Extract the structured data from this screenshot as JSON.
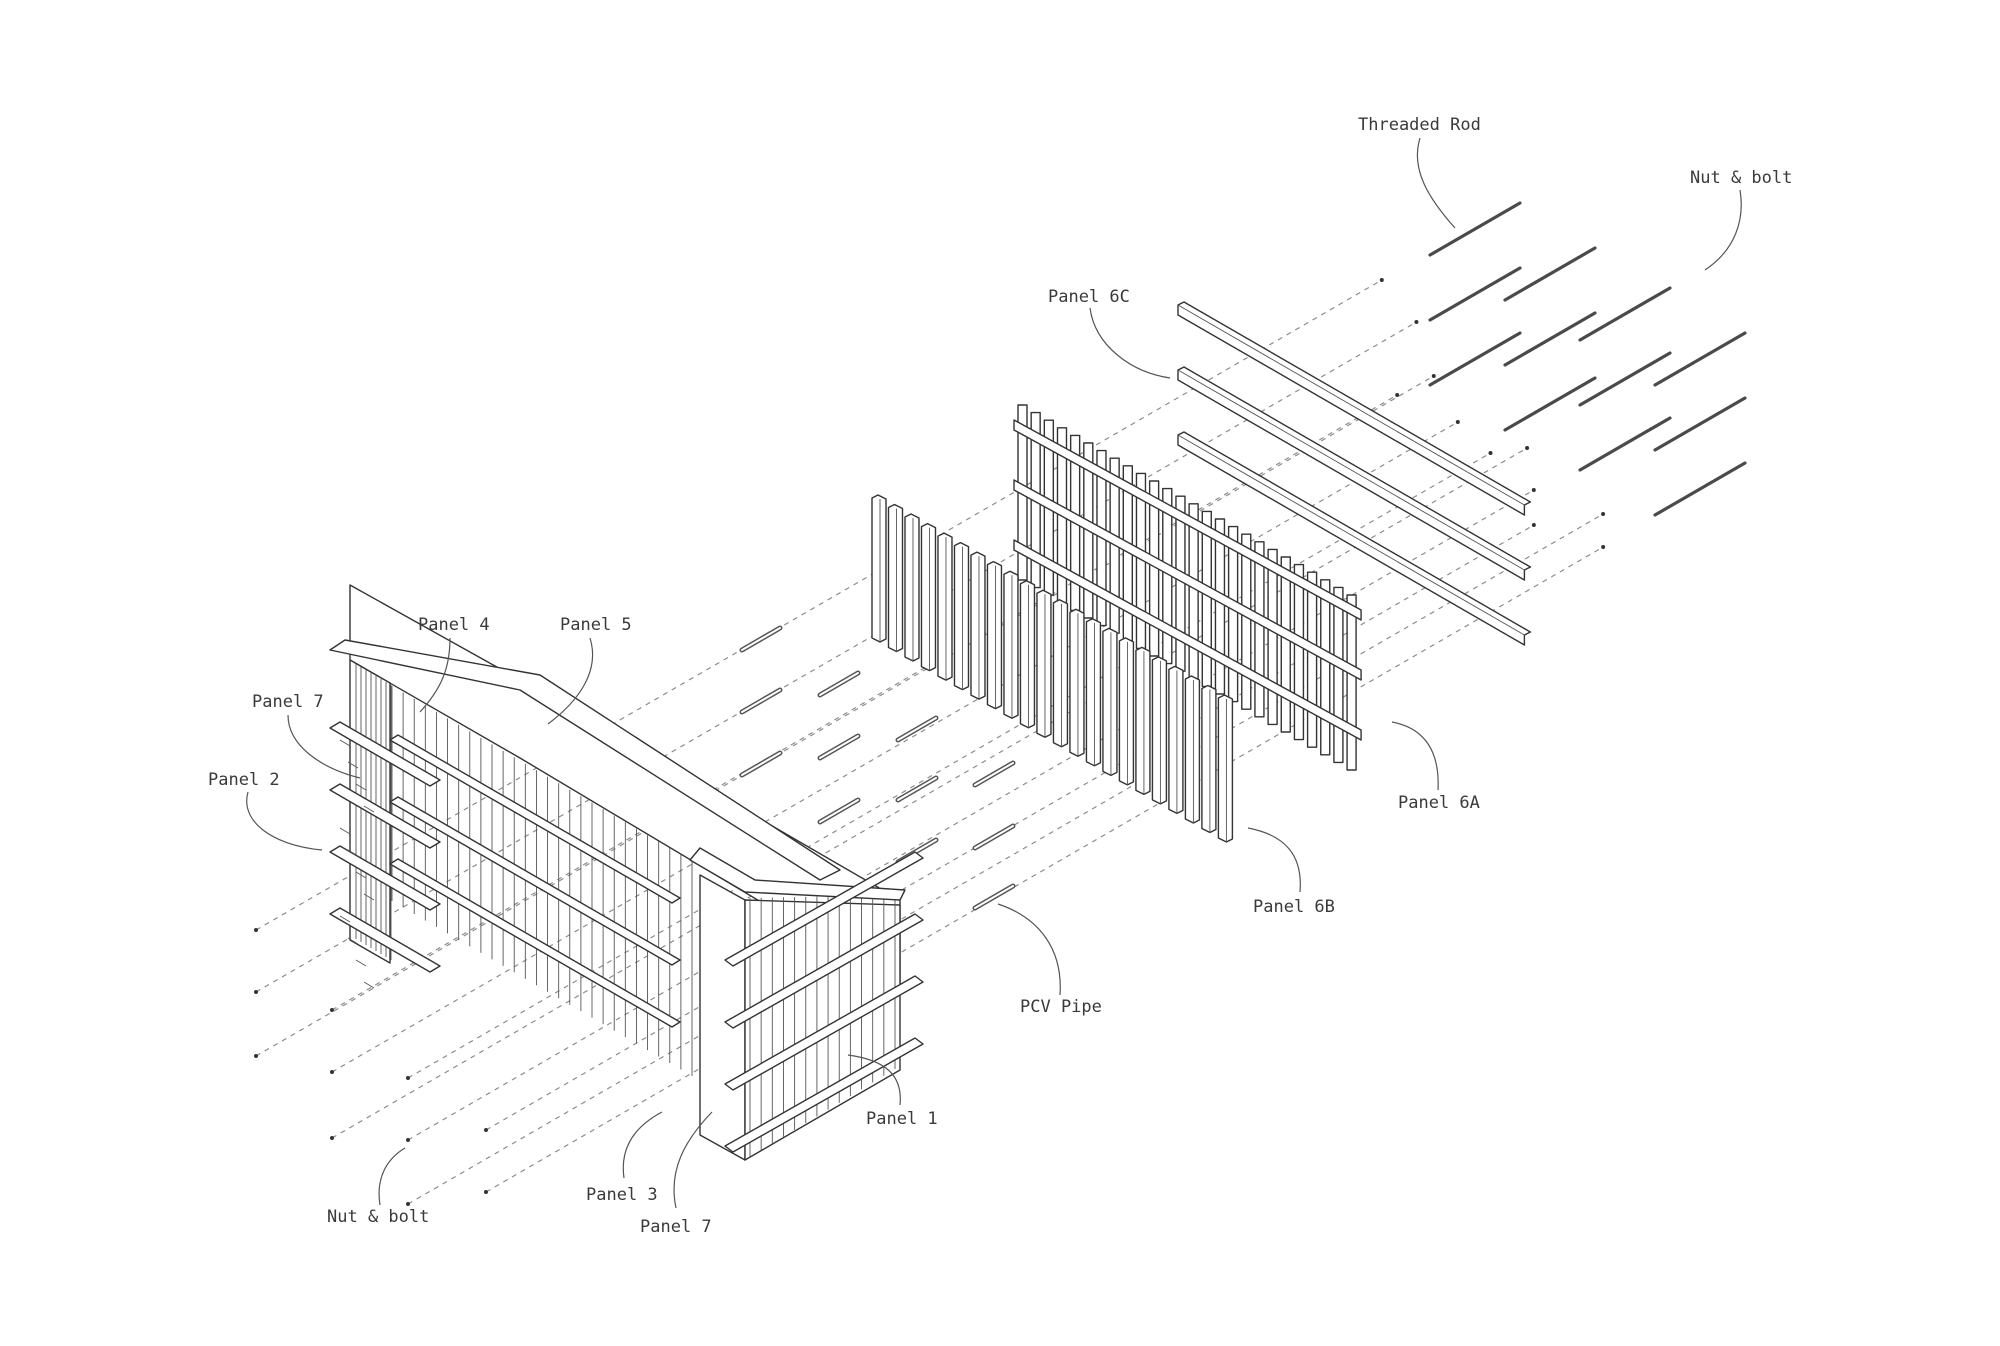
{
  "labels": {
    "threaded_rod": "Threaded Rod",
    "nut_bolt_top": "Nut & bolt",
    "panel_6c": "Panel 6C",
    "panel_4": "Panel 4",
    "panel_5": "Panel 5",
    "panel_7_top": "Panel 7",
    "panel_2": "Panel 2",
    "panel_6a": "Panel 6A",
    "panel_6b": "Panel 6B",
    "pcv_pipe": "PCV Pipe",
    "panel_1": "Panel 1",
    "panel_3": "Panel 3",
    "panel_7_bottom": "Panel 7",
    "nut_bolt_bottom": "Nut & bolt"
  },
  "colors": {
    "background": "#ffffff",
    "ink": "#333333",
    "label": "#3a3a3a",
    "guide": "#8a8a8a"
  }
}
